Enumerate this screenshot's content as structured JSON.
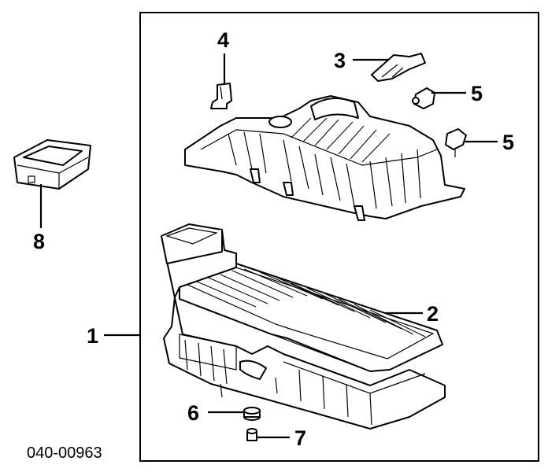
{
  "diagram": {
    "document_number": "040-00963",
    "callouts": [
      "1",
      "2",
      "3",
      "4",
      "5",
      "5",
      "6",
      "7",
      "8"
    ]
  }
}
